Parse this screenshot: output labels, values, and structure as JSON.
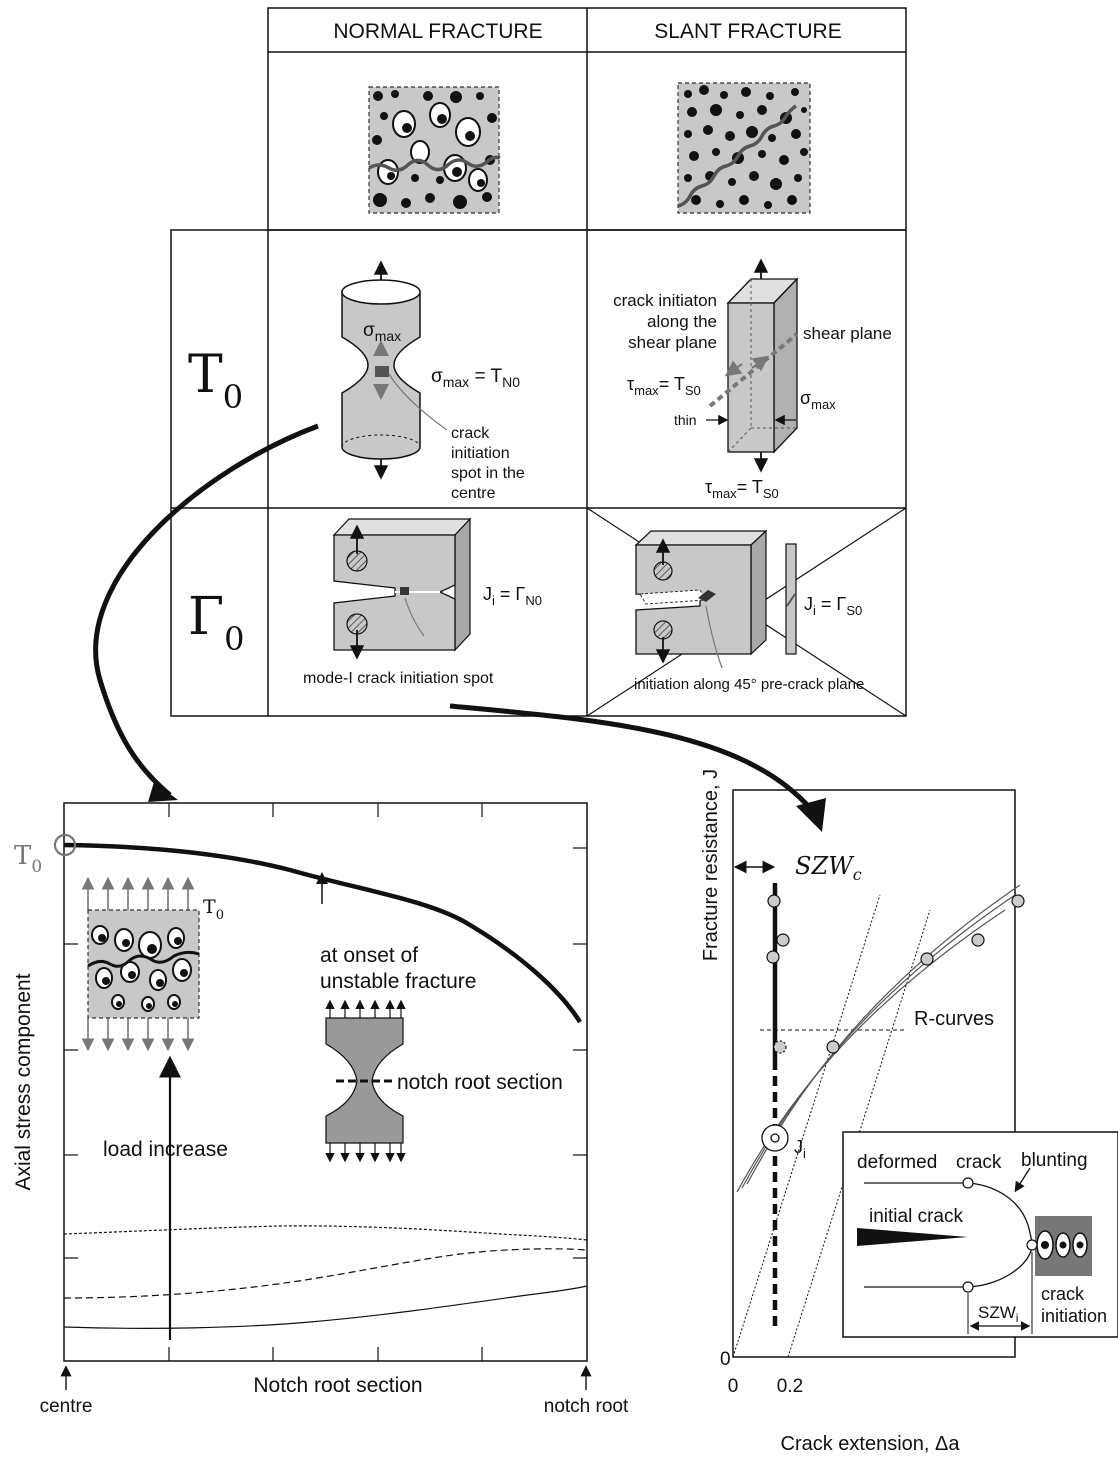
{
  "table": {
    "col_normal": "NORMAL FRACTURE",
    "col_slant": "SLANT FRACTURE",
    "row_t0_symbol": "T",
    "row_t0_sub": "0",
    "row_g0_symbol": "Γ",
    "row_g0_sub": "0",
    "t0_normal": {
      "sigma_label": "σ",
      "sigma_sub": "max",
      "eq_lhs": "σ",
      "eq_lhs_sub": "max",
      "eq_mid": " = T",
      "eq_rhs_sub": "N0",
      "note_1": "crack",
      "note_2": "initiation",
      "note_3": "spot in the",
      "note_4": "centre"
    },
    "t0_slant": {
      "note_1": "crack initiaton",
      "note_2": "along the",
      "note_3": "shear plane",
      "shear_plane": "shear plane",
      "tau_lhs": "τ",
      "tau_sub": "max",
      "tau_mid": "= T",
      "tau_rhs_sub": "S0",
      "thin": "thin",
      "sigma": "σ",
      "sigma_sub": "max",
      "tau2_lhs": "τ",
      "tau2_sub": "max",
      "tau2_mid": "= T",
      "tau2_rhs_sub": "S0"
    },
    "g0_normal": {
      "j_lhs": "J",
      "j_sub": "i",
      "j_mid": " = Γ",
      "j_rhs_sub": "N0",
      "note": "mode-I crack initiation spot"
    },
    "g0_slant": {
      "j_lhs": "J",
      "j_sub": "i",
      "j_mid": " = Γ",
      "j_rhs_sub": "S0",
      "note": "initiation along 45° pre-crack plane"
    }
  },
  "left_chart": {
    "ylabel": "Axial stress component",
    "xlabel": "Notch root section",
    "x_left": "centre",
    "x_right": "notch root",
    "t0_marker": "T",
    "t0_marker_sub": "0",
    "inset_t0": "T",
    "inset_t0_sub": "0",
    "onset_1": "at onset of",
    "onset_2": "unstable fracture",
    "notch_label": "notch root section",
    "load_label": "load increase"
  },
  "right_chart": {
    "ylabel": "Fracture resistance, J",
    "xlabel": "Crack extension, Δa",
    "tick_0": "0",
    "tick_02": "0.2",
    "y_origin": "0",
    "szw_c": "SZW",
    "szw_c_sub": "c",
    "r_curves": "R-curves",
    "ji": "J",
    "ji_sub": "i",
    "inset": {
      "deformed": "deformed",
      "crack": "crack",
      "blunting": "blunting",
      "initial_crack": "initial crack",
      "crack_init_1": "crack",
      "crack_init_2": "initiation",
      "szw": "SZW",
      "szw_sub": "i"
    }
  },
  "colors": {
    "gray_fill": "#c8c8c8",
    "dark_fill": "#6e6e6e",
    "line": "#111111"
  }
}
